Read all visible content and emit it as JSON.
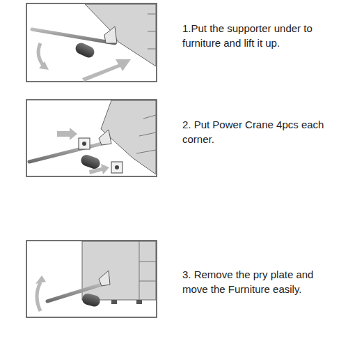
{
  "diagram": {
    "labels": [
      "1.Put the supporter under to furniture and lift it up.",
      "2. Put Power Crane 4pcs each corner.",
      "3. Remove the pry plate and move the Furniture easily."
    ]
  }
}
